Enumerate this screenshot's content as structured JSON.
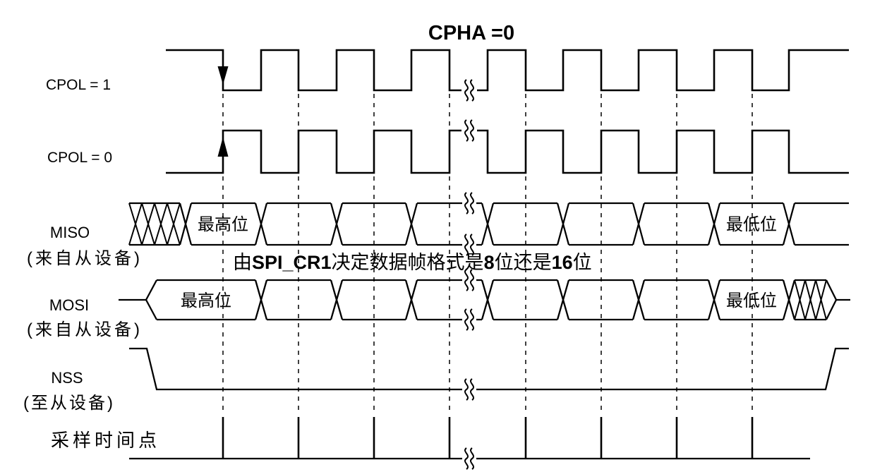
{
  "title": "CPHA =0",
  "rows": {
    "cpol1": {
      "label": "CPOL = 1"
    },
    "cpol0": {
      "label": "CPOL = 0"
    },
    "miso": {
      "label": "MISO",
      "sublabel": "(来自从设备)",
      "first_bit": "最高位",
      "last_bit": "最低位"
    },
    "mosi": {
      "label": "MOSI",
      "sublabel": "(来自从设备)",
      "first_bit": "最高位",
      "last_bit": "最低位"
    },
    "nss": {
      "label": "NSS",
      "sublabel": "(至从设备)"
    },
    "sample": {
      "label": "采样时间点"
    }
  },
  "caption": {
    "p1": "由",
    "p2": "SPI_CR1",
    "p3": "决定数据帧格式是",
    "p4": "8",
    "p5": "位还是",
    "p6": "16",
    "p7": "位"
  },
  "sample_tick_count": 8,
  "bit_cells_shown": 8,
  "colors": {
    "line": "#000000",
    "background": "#ffffff"
  }
}
